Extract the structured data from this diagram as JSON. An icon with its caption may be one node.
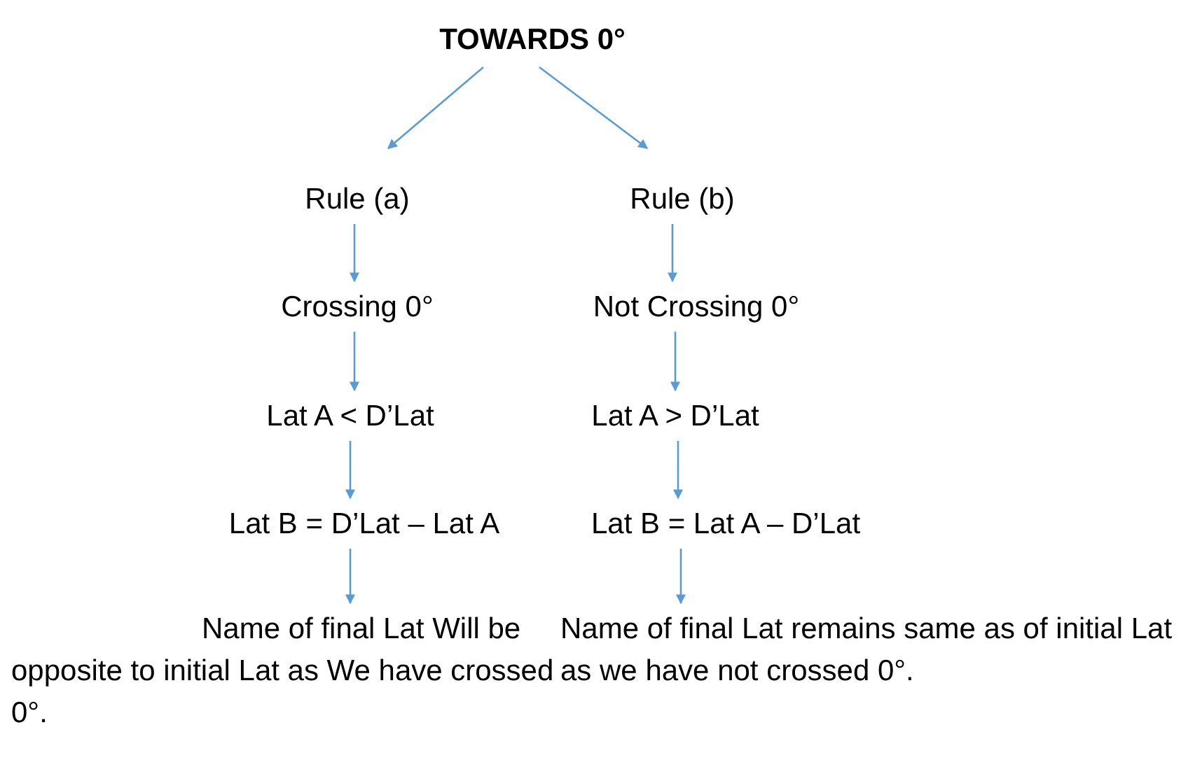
{
  "diagram": {
    "nodes": [
      {
        "text": [
          "TOWARDS 0°"
        ]
      },
      {
        "text": [
          "Rule (a)"
        ]
      },
      {
        "text": [
          "Rule (b)"
        ]
      },
      {
        "text": [
          "Crossing 0°"
        ]
      },
      {
        "text": [
          "Not Crossing 0°"
        ]
      },
      {
        "text": [
          "Lat A < D’Lat"
        ]
      },
      {
        "text": [
          "Lat A > D’Lat"
        ]
      },
      {
        "text": [
          "Lat B = D’Lat – Lat A"
        ]
      },
      {
        "text": [
          "Lat B = Lat A – D’Lat"
        ]
      },
      {
        "text": [
          "Name of final Lat Will be opposite to initial Lat as We have crossed 0°."
        ]
      },
      {
        "text": [
          "Name of final Lat remains same as of initial Lat as we have not crossed 0°."
        ]
      }
    ],
    "edges": [
      {
        "from": 0,
        "to": 1,
        "arrow": "to"
      },
      {
        "from": 0,
        "to": 2,
        "arrow": "to"
      },
      {
        "from": 1,
        "to": 3,
        "arrow": "to"
      },
      {
        "from": 2,
        "to": 4,
        "arrow": "to"
      },
      {
        "from": 3,
        "to": 5,
        "arrow": "to"
      },
      {
        "from": 4,
        "to": 6,
        "arrow": "to"
      },
      {
        "from": 5,
        "to": 7,
        "arrow": "to"
      },
      {
        "from": 6,
        "to": 8,
        "arrow": "to"
      },
      {
        "from": 7,
        "to": 9,
        "arrow": "to"
      },
      {
        "from": 8,
        "to": 10,
        "arrow": "to"
      }
    ]
  }
}
